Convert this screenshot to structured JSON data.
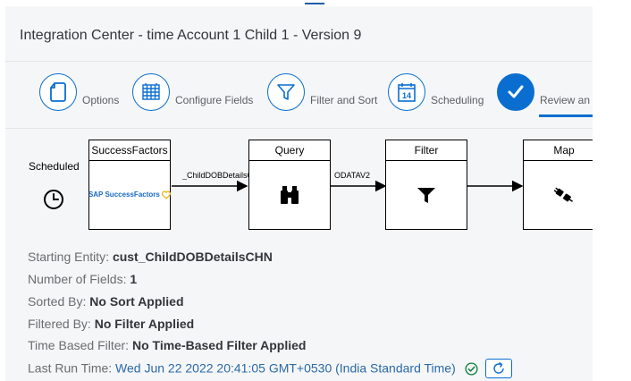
{
  "header": {
    "title": "Integration Center - time Account 1 Child 1 - Version 9"
  },
  "steps": [
    {
      "label": "Options",
      "icon": "document-icon"
    },
    {
      "label": "Configure Fields",
      "icon": "table-grid-icon"
    },
    {
      "label": "Filter and Sort",
      "icon": "funnel-icon"
    },
    {
      "label": "Scheduling",
      "icon": "calendar-icon",
      "calendar_day": "14"
    },
    {
      "label": "Review an",
      "icon": "checkmark-icon",
      "active": true
    }
  ],
  "flow": {
    "scheduled_label": "Scheduled",
    "nodes": [
      {
        "title": "SuccessFactors",
        "logo_text": "SAP SuccessFactors"
      },
      {
        "title": "Query",
        "icon": "binoculars-icon"
      },
      {
        "title": "Filter",
        "icon": "filter-icon"
      },
      {
        "title": "Map",
        "icon": "plug-icon"
      }
    ],
    "edges": [
      {
        "label": "_ChildDOBDetailsC"
      },
      {
        "label": "ODATAV2"
      }
    ]
  },
  "details": {
    "starting_entity_label": "Starting Entity:",
    "starting_entity_value": "cust_ChildDOBDetailsCHN",
    "fields_label": "Number of Fields:",
    "fields_value": "1",
    "sorted_label": "Sorted By:",
    "sorted_value": "No Sort Applied",
    "filtered_label": "Filtered By:",
    "filtered_value": "No Filter Applied",
    "time_filter_label": "Time Based Filter:",
    "time_filter_value": "No Time-Based Filter Applied",
    "last_run_label": "Last Run Time:",
    "last_run_value": "Wed Jun 22 2022 20:41:05 GMT+0530 (India Standard Time)"
  },
  "colors": {
    "accent": "#0a6ed1",
    "success": "#107e3e",
    "link": "#2a6aa8"
  }
}
